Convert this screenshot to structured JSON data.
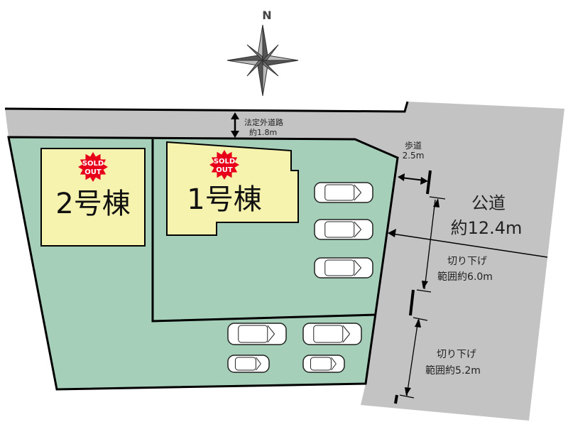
{
  "compass": {
    "label": "N"
  },
  "roads": {
    "side_road": {
      "name": "法定外道路",
      "width": "約1.8m"
    },
    "sidewalk": {
      "name": "歩道",
      "width": "2.5m"
    },
    "public_road": {
      "name": "公道",
      "width": "約12.4m"
    }
  },
  "curb_cuts": [
    {
      "line1": "切り下げ",
      "line2": "範囲約6.0m"
    },
    {
      "line1": "切り下げ",
      "line2": "範囲約5.2m"
    }
  ],
  "buildings": [
    {
      "label": "2号棟",
      "status": "SOLD OUT"
    },
    {
      "label": "1号棟",
      "status": "SOLD OUT"
    }
  ],
  "sold_badge": {
    "line1": "SOLD",
    "line2": "OUT"
  },
  "colors": {
    "road": "#c3c3c3",
    "lot": "#a6cfb9",
    "building": "#f6f3ae",
    "badge": "#e8001b"
  }
}
